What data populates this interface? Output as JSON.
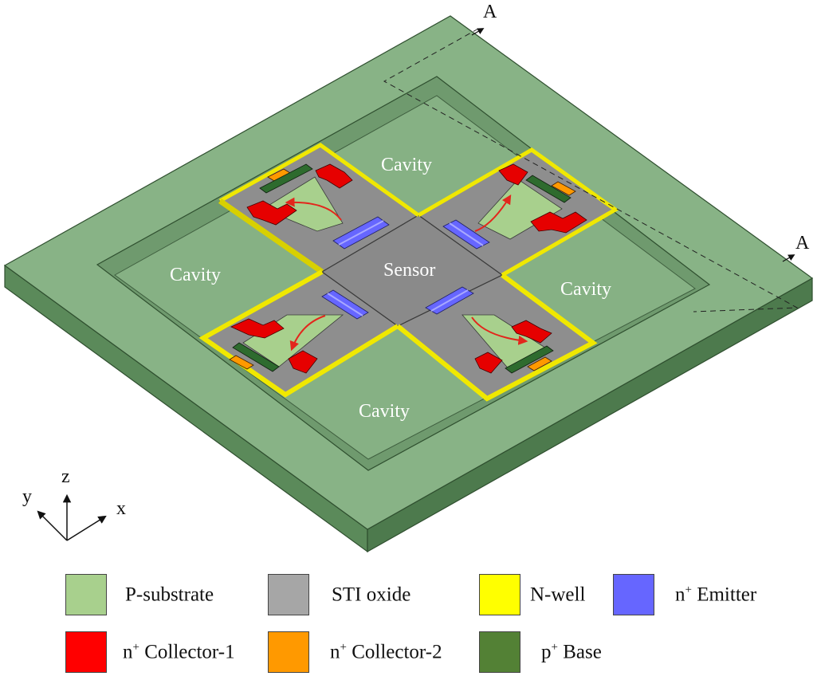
{
  "diagram": {
    "labels": {
      "cavity_top": "Cavity",
      "cavity_left": "Cavity",
      "cavity_right": "Cavity",
      "cavity_bottom": "Cavity",
      "sensor": "Sensor"
    },
    "section_marks": {
      "a1": "A",
      "a2": "A"
    },
    "axes": {
      "x": "x",
      "y": "y",
      "z": "z"
    }
  },
  "legend": [
    {
      "prefix": "",
      "sup": "",
      "text": "P-substrate",
      "color": "#a8d08d"
    },
    {
      "prefix": "",
      "sup": "",
      "text": "STI oxide",
      "color": "#a6a6a6"
    },
    {
      "prefix": "",
      "sup": "",
      "text": "N-well",
      "color": "#ffff00"
    },
    {
      "prefix": "n",
      "sup": "+",
      "text": " Emitter",
      "color": "#6666ff"
    },
    {
      "prefix": "n",
      "sup": "+",
      "text": " Collector-1",
      "color": "#ff0000"
    },
    {
      "prefix": "n",
      "sup": "+",
      "text": " Collector-2",
      "color": "#ff9900"
    },
    {
      "prefix": "p",
      "sup": "+",
      "text": " Base",
      "color": "#538135"
    }
  ]
}
